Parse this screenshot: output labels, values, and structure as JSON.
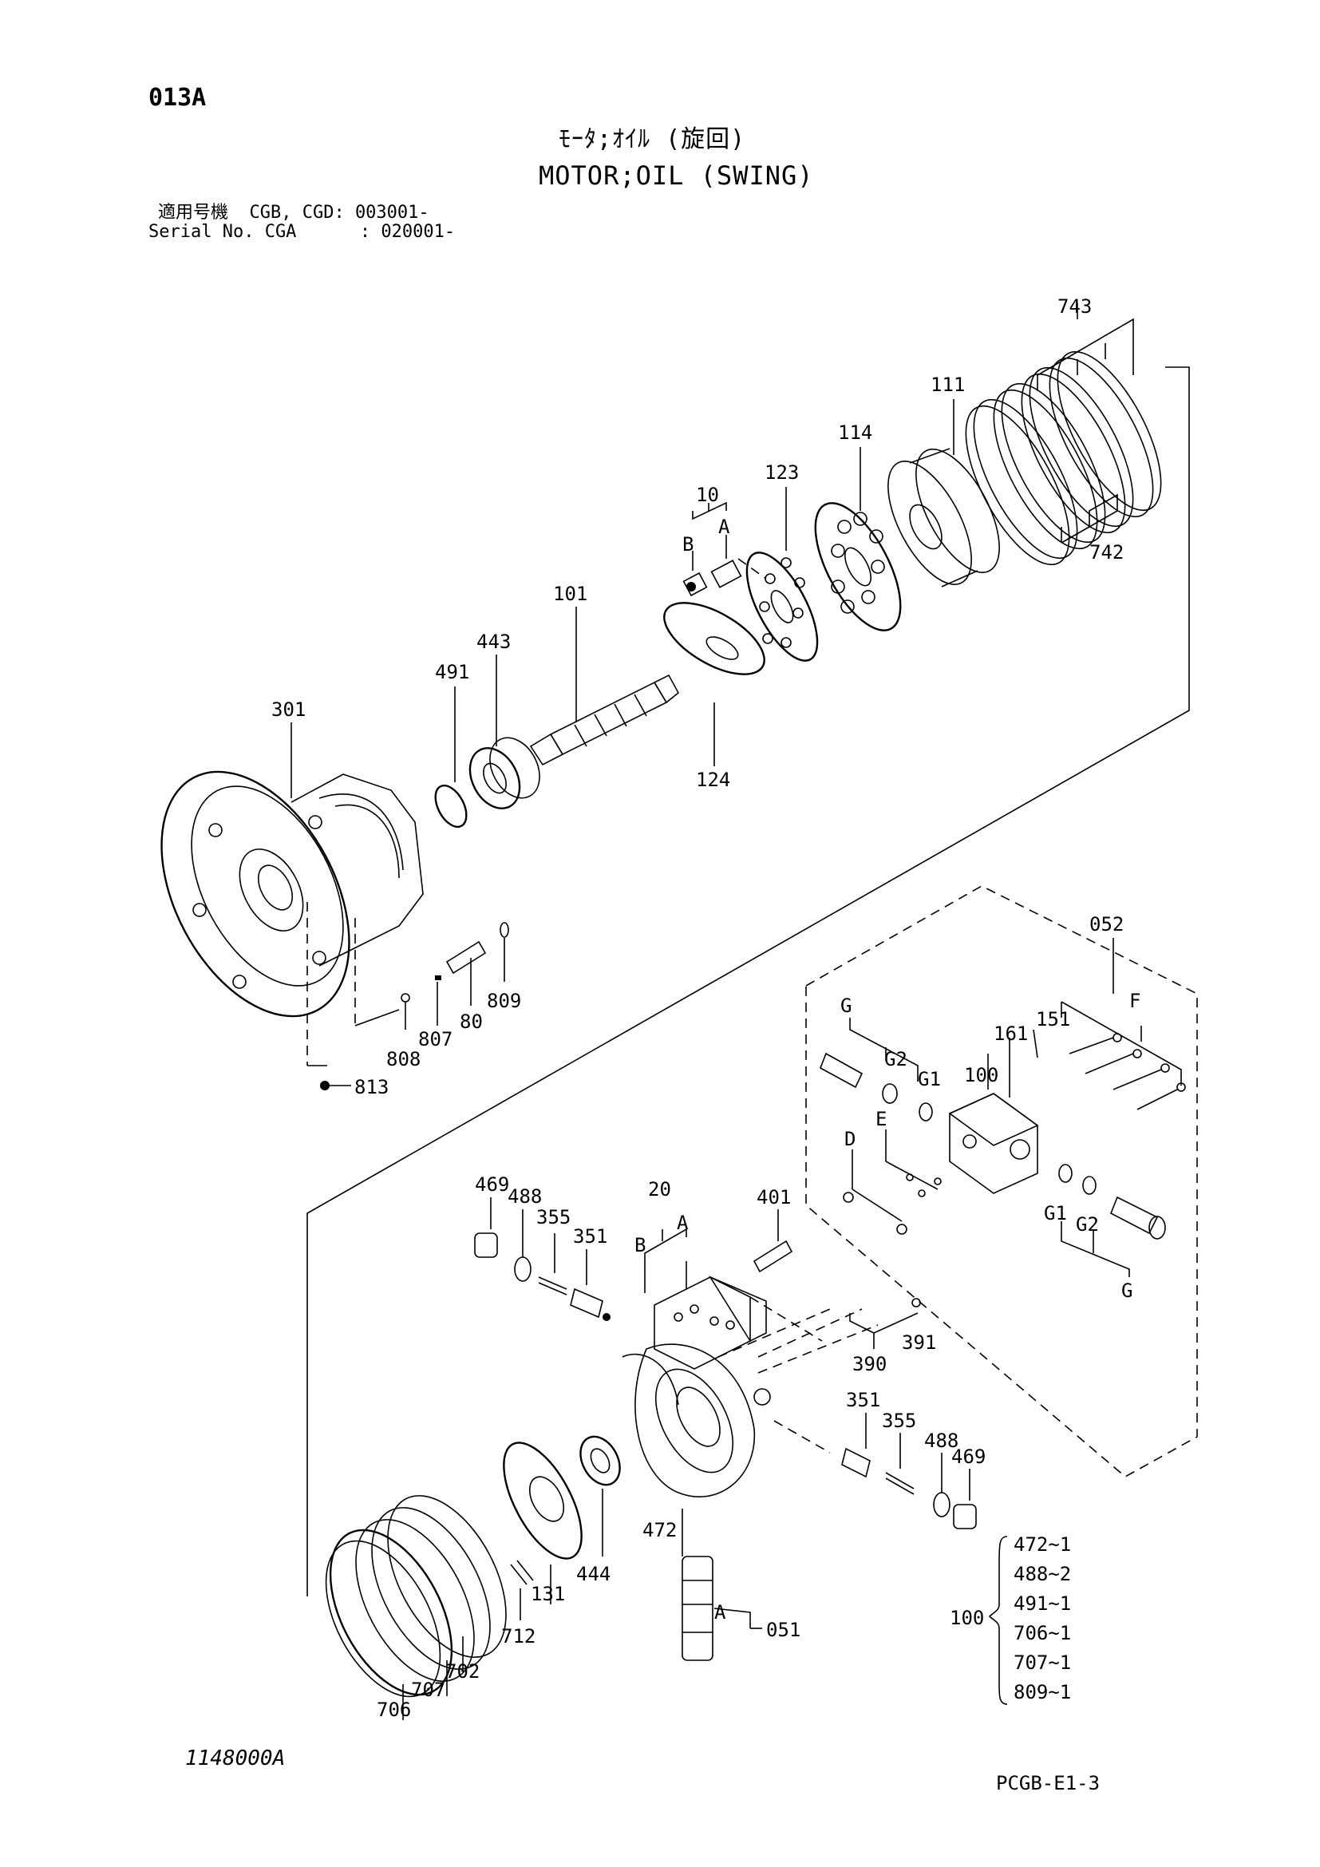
{
  "header": {
    "page_code": "013A",
    "title_jp": "ﾓｰﾀ;ｵｲﾙ (旋回)",
    "title_en": "MOTOR;OIL (SWING)",
    "serial_line1": "適用号機  CGB, CGD: 003001-",
    "serial_line2": "Serial No. CGA      : 020001-"
  },
  "footer": {
    "drawing_no": "1148000A",
    "page_ref": "PCGB-E1-3"
  },
  "labels": {
    "p743": "743",
    "p111": "111",
    "p114": "114",
    "p123": "123",
    "p10": "10",
    "pB1": "B",
    "pA1": "A",
    "p742": "742",
    "p101": "101",
    "p443": "443",
    "p491": "491",
    "p301": "301",
    "p124": "124",
    "p052": "052",
    "p809": "809",
    "p80": "80",
    "p807": "807",
    "p808": "808",
    "p813": "813",
    "pG1": "G",
    "pG2a": "G2",
    "pG1a": "G1",
    "p100a": "100",
    "p161": "161",
    "p151": "151",
    "pF": "F",
    "pE": "E",
    "pD": "D",
    "pG1b": "G1",
    "pG2b": "G2",
    "pG2": "G",
    "p469a": "469",
    "p488a": "488",
    "p355a": "355",
    "p351a": "351",
    "p20": "20",
    "pB2": "B",
    "pA2": "A",
    "p401": "401",
    "p391": "391",
    "p390": "390",
    "p351b": "351",
    "p355b": "355",
    "p488b": "488",
    "p469b": "469",
    "p472": "472",
    "p444": "444",
    "p131": "131",
    "p712": "712",
    "p702": "702",
    "p707": "707",
    "p706": "706",
    "pA3": "A",
    "p051": "051",
    "p100b": "100"
  },
  "kit_list": [
    "472~1",
    "488~2",
    "491~1",
    "706~1",
    "707~1",
    "809~1"
  ]
}
